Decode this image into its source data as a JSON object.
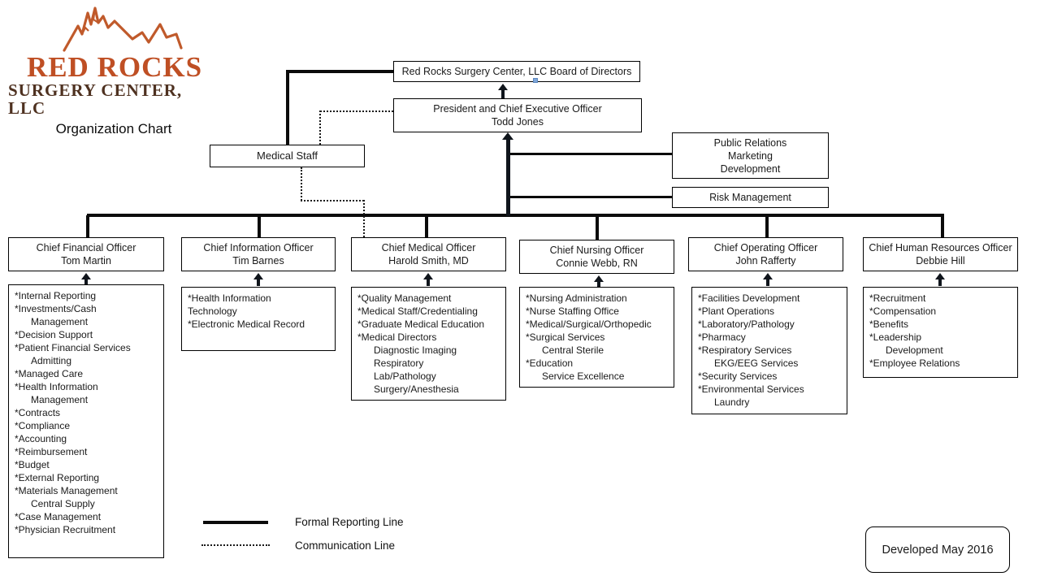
{
  "logo": {
    "line1": "RED ROCKS",
    "line2": "SURGERY CENTER, LLC",
    "subtitle": "Organization Chart",
    "orange": "#BF4F24",
    "brown": "#4E3120"
  },
  "header_boxes": {
    "board": {
      "label": "Red Rocks Surgery Center, LLC Board of Directors"
    },
    "president": {
      "title": "President and Chief Executive Officer",
      "name": "Todd Jones"
    },
    "medical_staff": {
      "label": "Medical Staff"
    },
    "public_relations": {
      "lines": [
        {
          "text": "Public Relations"
        },
        {
          "text": "Marketing"
        },
        {
          "text": "Development"
        }
      ]
    },
    "risk_management": {
      "label": "Risk Management"
    }
  },
  "chiefs": [
    {
      "title": "Chief Financial Officer",
      "name": "Tom Martin",
      "departments": [
        {
          "text": "*Internal Reporting"
        },
        {
          "text": "*Investments/Cash"
        },
        {
          "text": "Management",
          "indent": true
        },
        {
          "text": "*Decision Support"
        },
        {
          "text": "*Patient Financial Services"
        },
        {
          "text": "Admitting",
          "indent": true
        },
        {
          "text": "*Managed Care"
        },
        {
          "text": "*Health Information"
        },
        {
          "text": "Management",
          "indent": true
        },
        {
          "text": "*Contracts"
        },
        {
          "text": "*Compliance"
        },
        {
          "text": "*Accounting"
        },
        {
          "text": "*Reimbursement"
        },
        {
          "text": "*Budget"
        },
        {
          "text": "*External Reporting"
        },
        {
          "text": "*Materials Management"
        },
        {
          "text": "Central Supply",
          "indent": true
        },
        {
          "text": "*Case Management"
        },
        {
          "text": "*Physician Recruitment"
        }
      ]
    },
    {
      "title": "Chief Information Officer",
      "name": "Tim Barnes",
      "departments": [
        {
          "text": "*Health Information"
        },
        {
          "text": "Technology"
        },
        {
          "text": "*Electronic Medical Record"
        }
      ]
    },
    {
      "title": "Chief Medical Officer",
      "name": "Harold Smith, MD",
      "departments": [
        {
          "text": "*Quality Management"
        },
        {
          "text": "*Medical Staff/Credentialing"
        },
        {
          "text": "*Graduate Medical Education"
        },
        {
          "text": "*Medical Directors"
        },
        {
          "text": "Diagnostic Imaging",
          "indent": true
        },
        {
          "text": "Respiratory",
          "indent": true
        },
        {
          "text": "Lab/Pathology",
          "indent": true
        },
        {
          "text": "Surgery/Anesthesia",
          "indent": true
        }
      ]
    },
    {
      "title": "Chief Nursing Officer",
      "name": "Connie Webb, RN",
      "departments": [
        {
          "text": "*Nursing Administration"
        },
        {
          "text": "*Nurse Staffing Office"
        },
        {
          "text": "*Medical/Surgical/Orthopedic"
        },
        {
          "text": "*Surgical Services"
        },
        {
          "text": "Central Sterile",
          "indent": true
        },
        {
          "text": "*Education"
        },
        {
          "text": "Service Excellence",
          "indent": true
        }
      ]
    },
    {
      "title": "Chief Operating Officer",
      "name": "John Rafferty",
      "departments": [
        {
          "text": "*Facilities Development"
        },
        {
          "text": "*Plant Operations"
        },
        {
          "text": "*Laboratory/Pathology"
        },
        {
          "text": "*Pharmacy"
        },
        {
          "text": "*Respiratory Services"
        },
        {
          "text": "EKG/EEG Services",
          "indent": true
        },
        {
          "text": "*Security Services"
        },
        {
          "text": "*Environmental Services"
        },
        {
          "text": "Laundry",
          "indent": true
        }
      ]
    },
    {
      "title": "Chief Human Resources Officer",
      "name": "Debbie Hill",
      "departments": [
        {
          "text": "*Recruitment"
        },
        {
          "text": "*Compensation"
        },
        {
          "text": "*Benefits"
        },
        {
          "text": "*Leadership"
        },
        {
          "text": "Development",
          "indent": true
        },
        {
          "text": "*Employee Relations"
        }
      ]
    }
  ],
  "legend": {
    "formal_label": "Formal Reporting Line",
    "communication_label": "Communication Line"
  },
  "footer": {
    "developed_label": "Developed May 2016"
  }
}
